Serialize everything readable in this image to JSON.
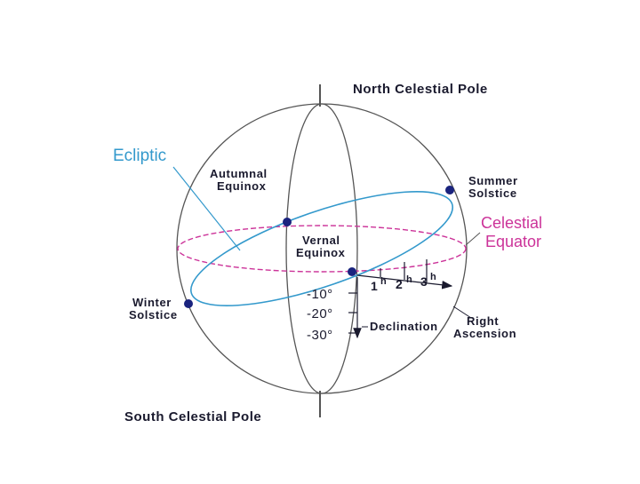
{
  "colors": {
    "ecliptic": "#3399cc",
    "equator": "#cc3399",
    "ink": "#1a1a2e",
    "sphere": "#555555",
    "point": "#1a237e"
  },
  "labels": {
    "north_pole": "North Celestial Pole",
    "south_pole": "South Celestial Pole",
    "ecliptic": "Ecliptic",
    "celestial_equator_line1": "Celestial",
    "celestial_equator_line2": "Equator",
    "autumnal_line1": "Autumnal",
    "autumnal_line2": "Equinox",
    "summer_line1": "Summer",
    "summer_line2": "Solstice",
    "vernal_line1": "Vernal",
    "vernal_line2": "Equinox",
    "winter_line1": "Winter",
    "winter_line2": "Solstice",
    "declination": "Declination",
    "right_ascension_line1": "Right",
    "right_ascension_line2": "Ascension"
  },
  "declination_ticks": [
    "-10°",
    "-20°",
    "-30°"
  ],
  "ra_ticks": [
    {
      "num": "1",
      "unit": "h"
    },
    {
      "num": "2",
      "unit": "h"
    },
    {
      "num": "3",
      "unit": "h"
    }
  ]
}
